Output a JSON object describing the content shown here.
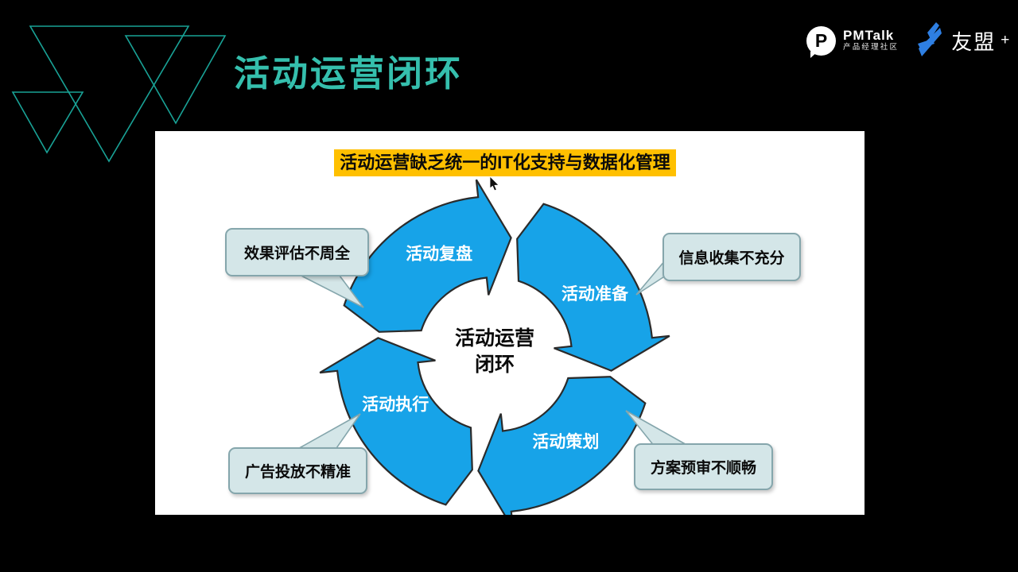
{
  "slide": {
    "title": "活动运营闭环"
  },
  "brand": {
    "pmtalk": {
      "monogram": "P",
      "name": "PMTalk",
      "subtitle": "产品经理社区"
    },
    "umeng": {
      "name": "友盟",
      "plus": "+"
    }
  },
  "panel": {
    "headline": "活动运营缺乏统一的IT化支持与数据化管理"
  },
  "diagram": {
    "center_label_line1": "活动运营",
    "center_label_line2": "闭环",
    "segments": [
      {
        "label": "活动复盘"
      },
      {
        "label": "活动准备"
      },
      {
        "label": "活动策划"
      },
      {
        "label": "活动执行"
      }
    ],
    "callouts": [
      {
        "label": "效果评估不周全"
      },
      {
        "label": "信息收集不充分"
      },
      {
        "label": "广告投放不精准"
      },
      {
        "label": "方案预审不顺畅"
      }
    ]
  },
  "colors": {
    "title": "#35BFAD",
    "triangle_outline": "#19A296",
    "arrow_blue": "#17A3E8",
    "arrow_outline": "#2B2B2B",
    "headline_yellow": "#FFC000",
    "callout_fill": "#D4E6E8",
    "callout_border": "#85A6AC",
    "umeng_blue": "#2E7FE3"
  }
}
